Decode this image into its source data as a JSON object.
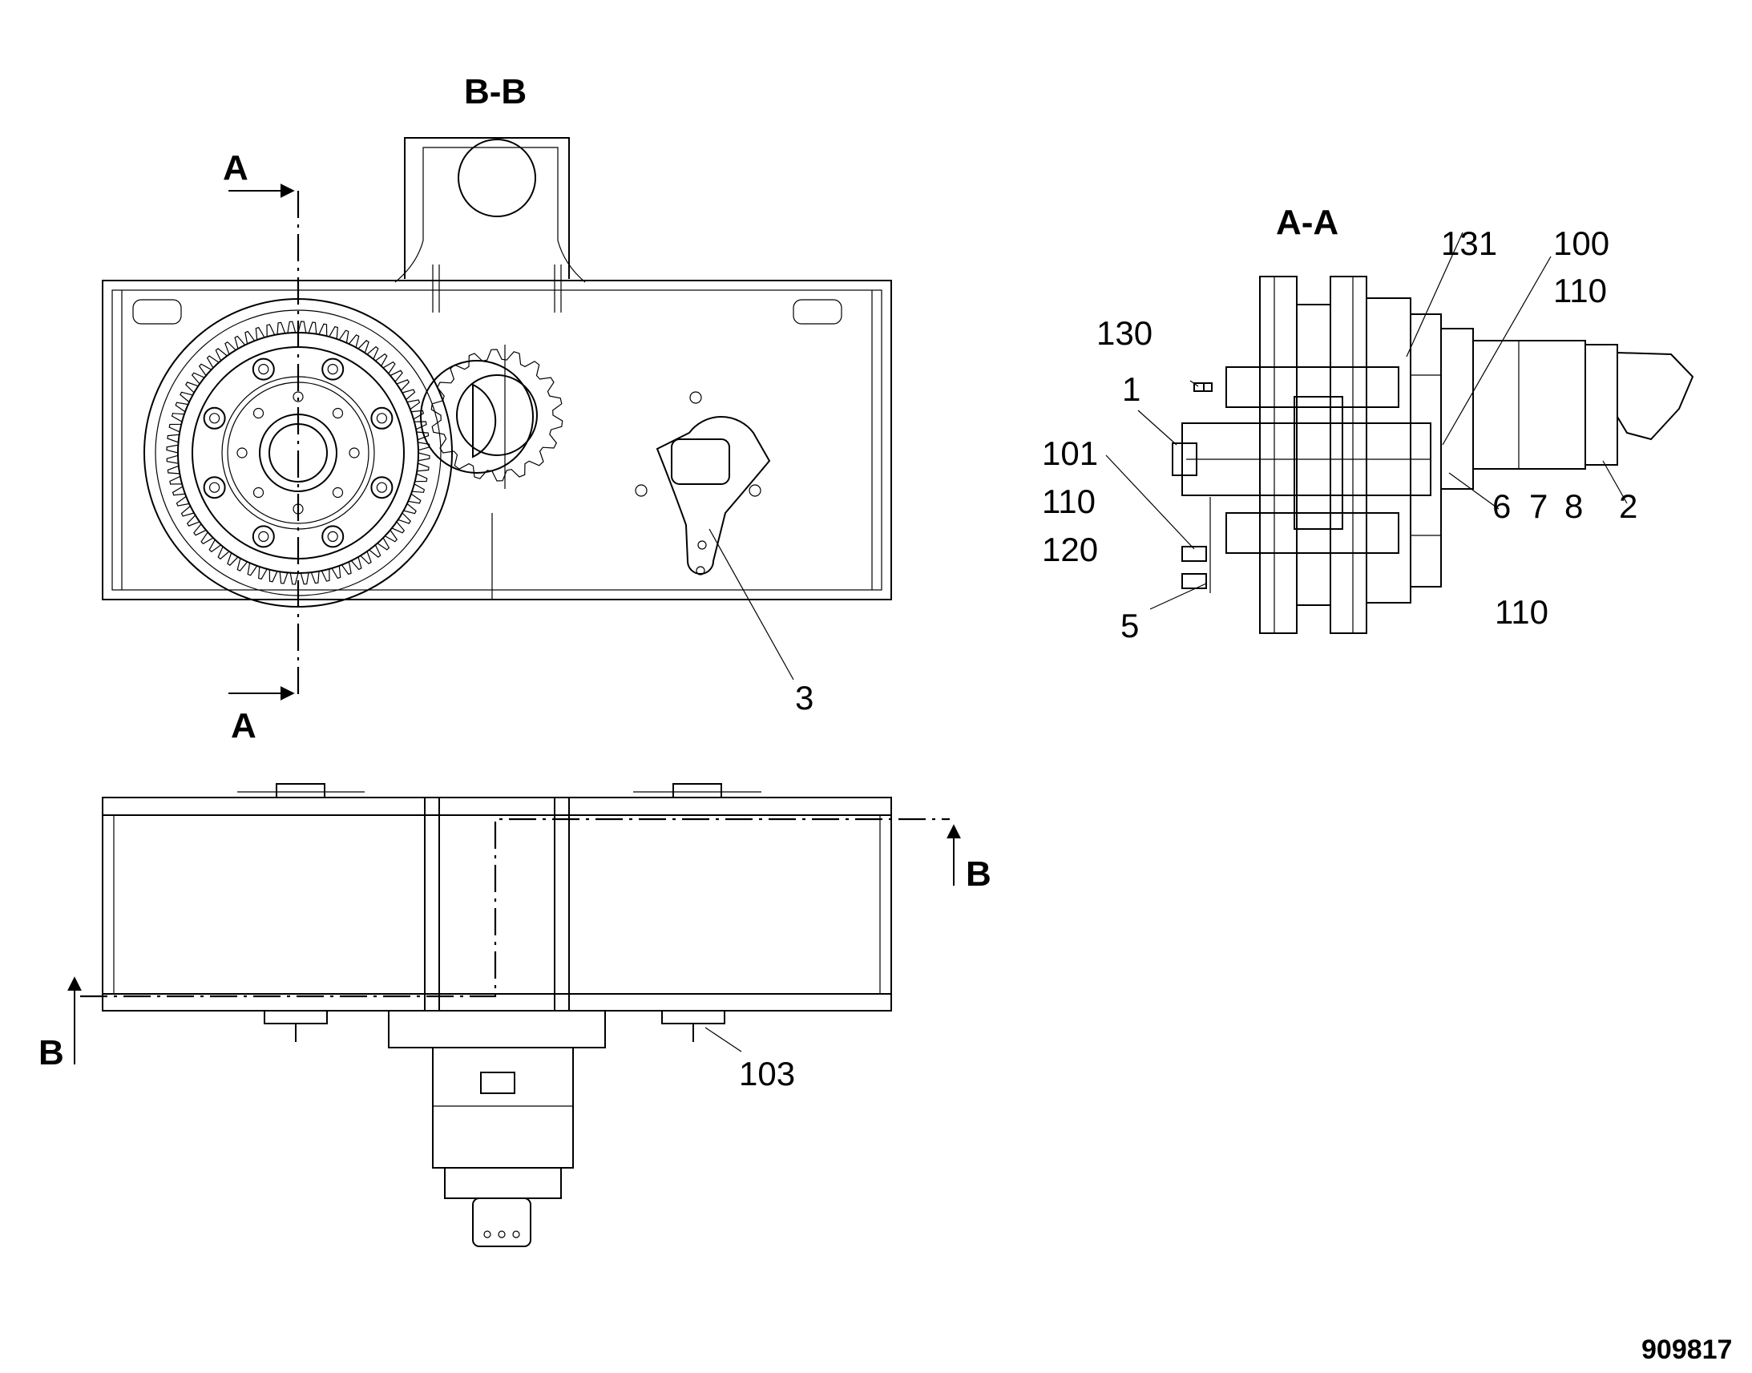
{
  "views": {
    "bb_title": "B-B",
    "aa_title": "A-A",
    "section_a_top": "A",
    "section_a_bottom": "A",
    "section_b_right": "B",
    "section_b_left": "B"
  },
  "callouts": {
    "c3": "3",
    "c103": "103",
    "c131": "131",
    "c100": "100",
    "c110a": "110",
    "c130": "130",
    "c1": "1",
    "c101": "101",
    "c110b": "110",
    "c120": "120",
    "c5": "5",
    "c6": "6",
    "c7": "7",
    "c8": "8",
    "c2": "2",
    "c110c": "110"
  },
  "document_number": "909817"
}
